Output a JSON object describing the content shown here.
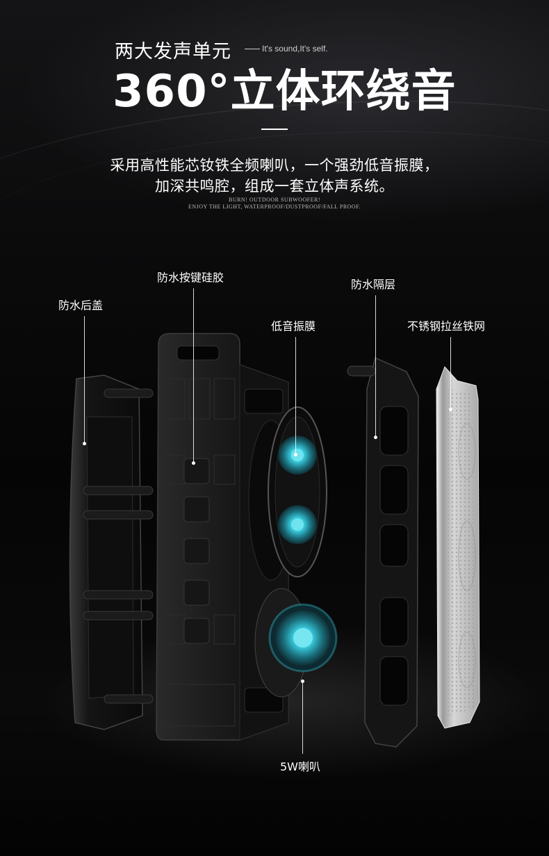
{
  "header": {
    "subtitle": "两大发声单元",
    "tagline": "It's sound,It's self.",
    "title": "360°立体环绕音"
  },
  "description": {
    "line1": "采用高性能芯钕铁全频喇叭，一个强劲低音振膜，",
    "line2": "加深共鸣腔，组成一套立体声系统。",
    "english1": "BURN! OUTDOOR SUBWOOFER!",
    "english2": "ENJOY THE LIGHT, WATERPROOF/DUSTPROOF/FALL PROOF."
  },
  "labels": {
    "back_cover": "防水后盖",
    "button_silicone": "防水按键硅胶",
    "bass_diaphragm": "低音振膜",
    "waterproof_layer": "防水隔层",
    "steel_mesh": "不锈钢拉丝铁网",
    "speaker": "5W喇叭"
  },
  "colors": {
    "accent_cyan": "#38c9dc",
    "background": "#050505",
    "text": "#ffffff",
    "mesh_silver": "#c9c9c9"
  }
}
